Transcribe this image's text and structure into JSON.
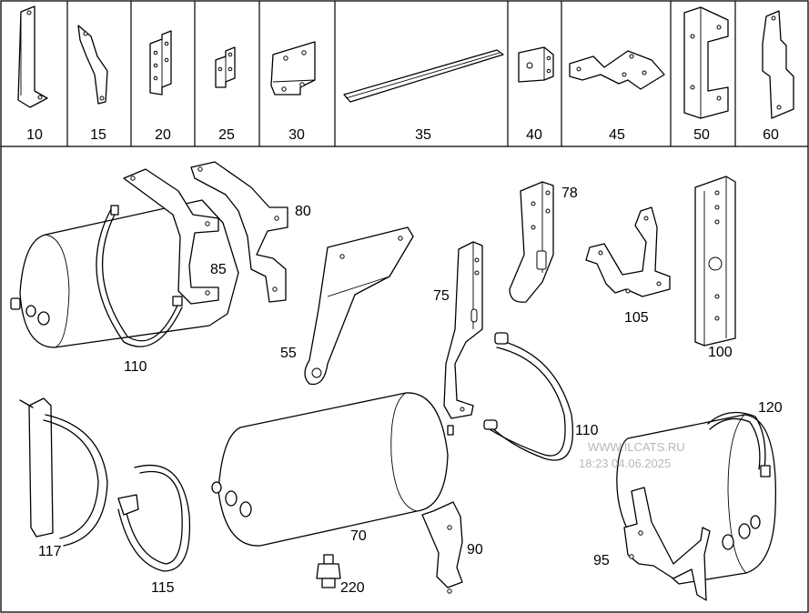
{
  "top_labels": [
    "10",
    "15",
    "20",
    "25",
    "30",
    "35",
    "40",
    "45",
    "50",
    "60"
  ],
  "main_labels": {
    "p78": "78",
    "p80": "80",
    "p85": "85",
    "p75": "75",
    "p105": "105",
    "p100": "100",
    "p110a": "110",
    "p55": "55",
    "p110b": "110",
    "p120": "120",
    "p117": "117",
    "p115": "115",
    "p70": "70",
    "p90": "90",
    "p220": "220",
    "p95": "95"
  },
  "watermark": {
    "line1": "WWW.ILCATS.RU",
    "line2": "18:23 04.06.2025"
  }
}
